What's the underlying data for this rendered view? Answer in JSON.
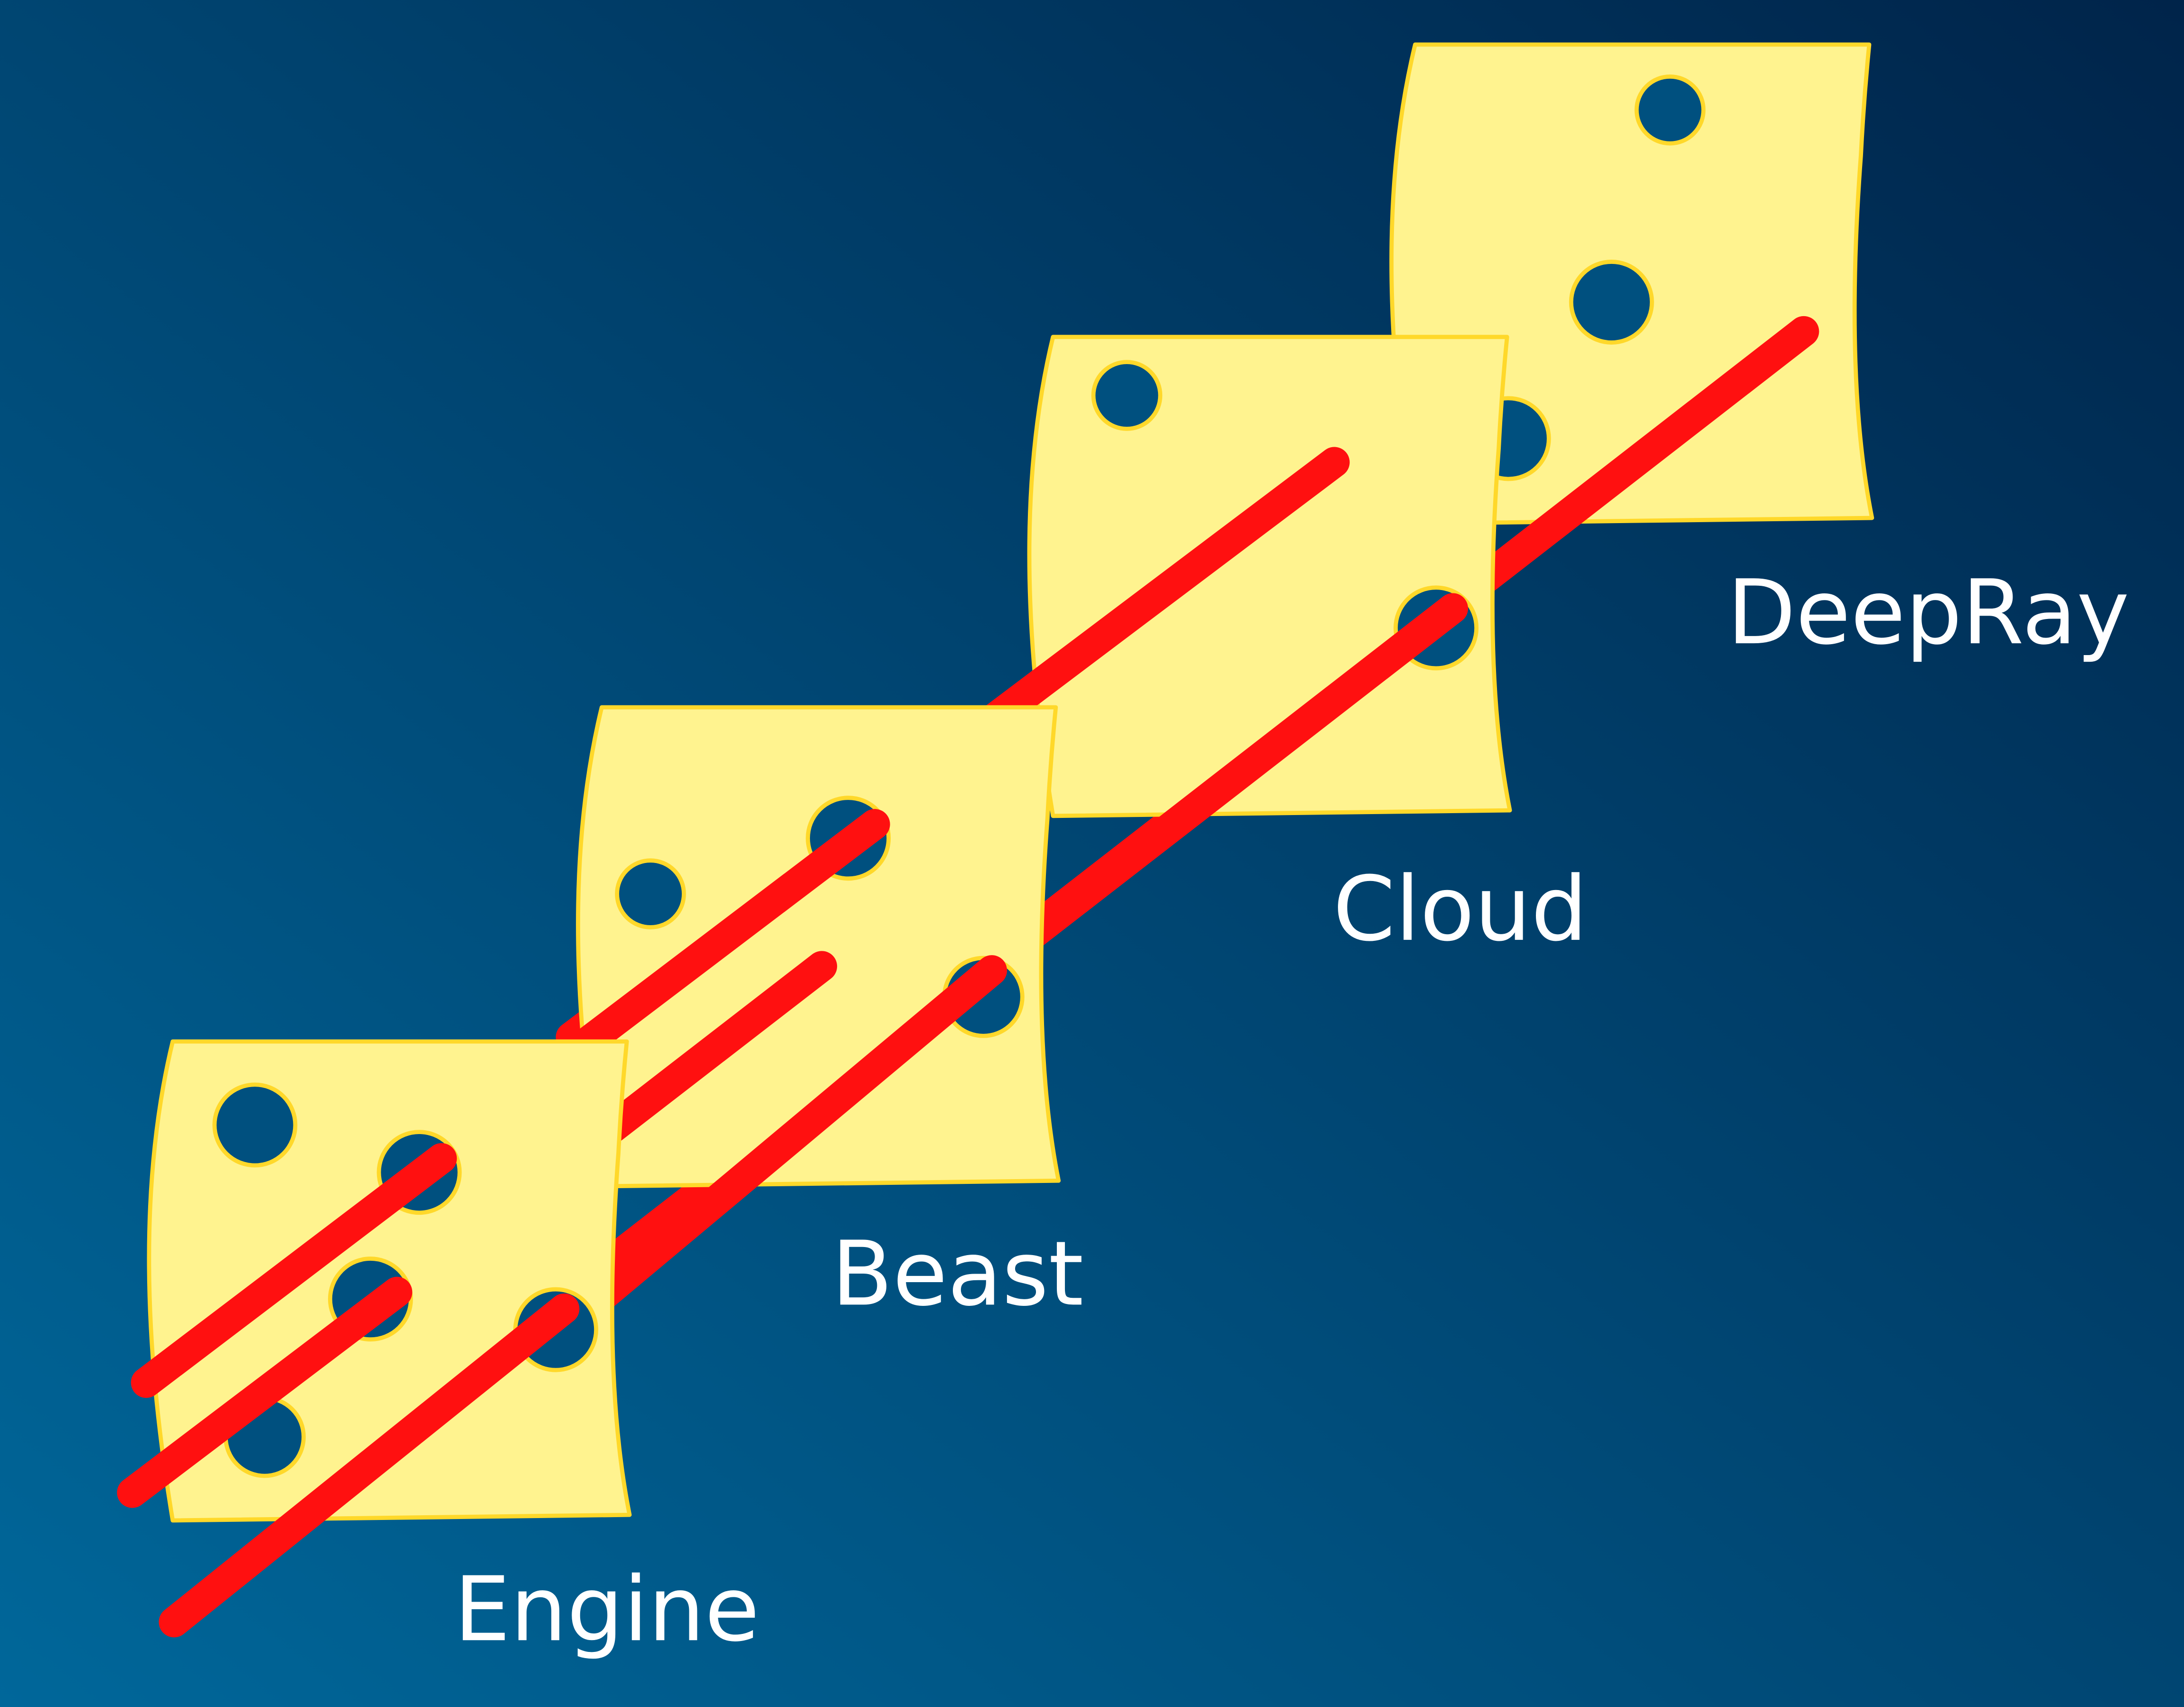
{
  "diagram": {
    "title": "Swiss cheese model",
    "colors": {
      "background_start": "#00679a",
      "background_end": "#00244a",
      "slice_fill": "#fff38f",
      "slice_stroke": "#ffd82a",
      "trajectory": "#ff1010",
      "label": "#ffffff"
    },
    "layers": [
      {
        "label": "DeepRay"
      },
      {
        "label": "Cloud"
      },
      {
        "label": "Beast"
      },
      {
        "label": "Engine"
      }
    ]
  }
}
